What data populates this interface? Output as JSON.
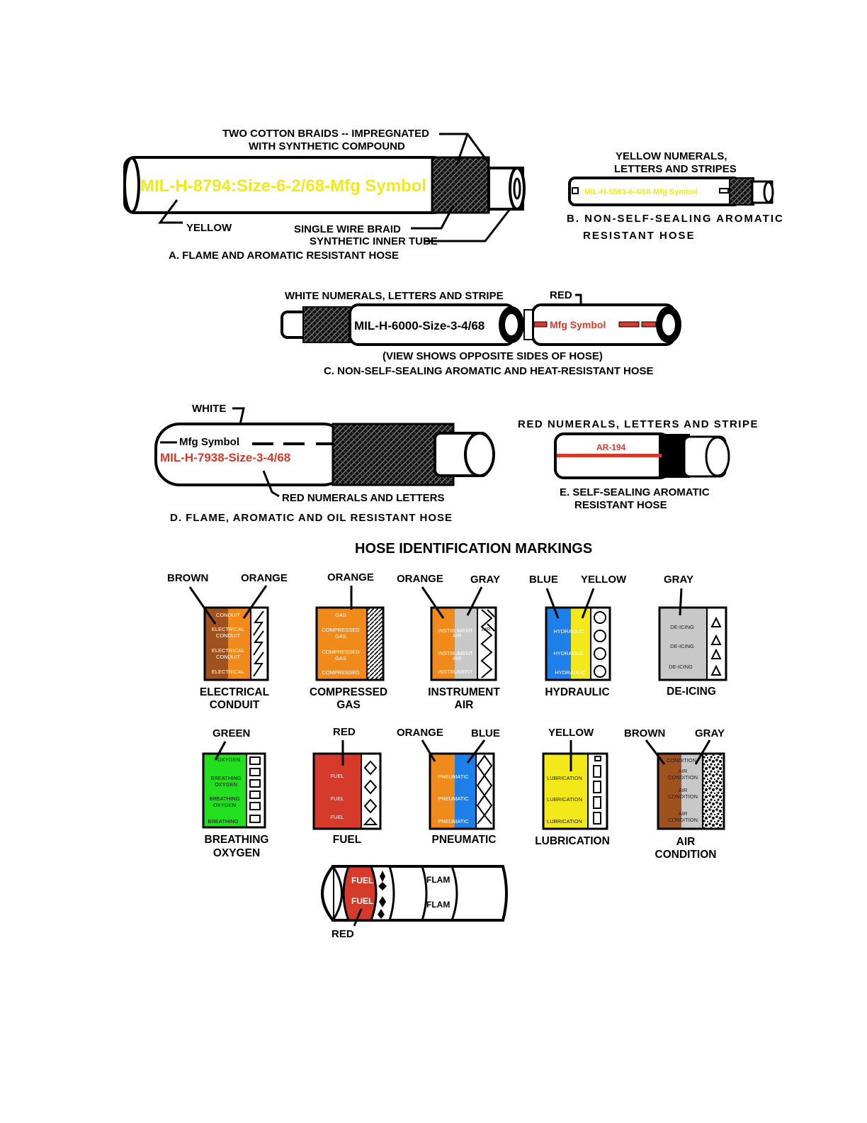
{
  "title": "HOSE IDENTIFICATION MARKINGS",
  "colors": {
    "brown": "#a0521e",
    "orange": "#f08a1a",
    "gray": "#c8c8c8",
    "blue": "#1e7fe8",
    "yellow": "#f2e81a",
    "green": "#22e01e",
    "red": "#d63a2a",
    "mark_yellow": "#f2e81a",
    "mark_red": "#d63a2a"
  },
  "hose_a": {
    "marking": "MIL-H-8794:Size-6-2/68-Mfg Symbol",
    "callout_braids_1": "TWO COTTON BRAIDS -- IMPREGNATED",
    "callout_braids_2": "WITH SYNTHETIC COMPOUND",
    "callout_yellow": "YELLOW",
    "callout_wire": "SINGLE WIRE BRAID",
    "callout_tube": "SYNTHETIC INNER TUBE",
    "caption": "A. FLAME AND AROMATIC RESISTANT HOSE"
  },
  "hose_b": {
    "marking": "MIL-H-5593-6-4/68-Mfg Symbol",
    "callout_1": "YELLOW NUMERALS,",
    "callout_2": "LETTERS AND STRIPES",
    "caption_1": "B. NON-SELF-SEALING AROMATIC",
    "caption_2": "RESISTANT HOSE"
  },
  "hose_c": {
    "marking_left": "MIL-H-6000-Size-3-4/68",
    "marking_right": "Mfg Symbol",
    "callout_white": "WHITE NUMERALS, LETTERS AND STRIPE",
    "callout_red": "RED",
    "note": "(VIEW SHOWS OPPOSITE SIDES OF HOSE)",
    "caption": "C. NON-SELF-SEALING AROMATIC AND HEAT-RESISTANT HOSE"
  },
  "hose_d": {
    "marking_top": "Mfg Symbol",
    "marking_main": "MIL-H-7938-Size-3-4/68",
    "callout_white": "WHITE",
    "callout_red": "RED NUMERALS AND LETTERS",
    "caption": "D. FLAME, AROMATIC AND OIL RESISTANT HOSE"
  },
  "hose_e": {
    "marking": "AR-194",
    "callout": "RED NUMERALS, LETTERS AND STRIPE",
    "caption_1": "E. SELF-SEALING AROMATIC",
    "caption_2": "RESISTANT HOSE"
  },
  "markings": [
    {
      "id": "electrical-conduit",
      "colors": [
        "BROWN",
        "ORANGE"
      ],
      "texts": [
        "CONDUIT",
        "ELECTRICAL",
        "CONDUIT",
        "ELECTRICAL",
        "CONDUIT",
        "ELECTRICAL"
      ],
      "caption": [
        "ELECTRICAL",
        "CONDUIT"
      ],
      "symbol": "lightning-icon"
    },
    {
      "id": "compressed-gas",
      "colors": [
        "ORANGE"
      ],
      "texts": [
        "GAS",
        "COMPRESSED",
        "GAS",
        "COMPRESSED",
        "GAS",
        "COMPRESSED"
      ],
      "caption": [
        "COMPRESSED",
        "GAS"
      ],
      "symbol": "hatch-icon"
    },
    {
      "id": "instrument-air",
      "colors": [
        "ORANGE",
        "GRAY"
      ],
      "texts": [
        "INSTRUMENT",
        "AIR",
        "INSTRUMENT",
        "AIR",
        "INSTRUMENT",
        "AIR"
      ],
      "caption": [
        "INSTRUMENT",
        "AIR"
      ],
      "symbol": "zigzag-icon"
    },
    {
      "id": "hydraulic",
      "colors": [
        "BLUE",
        "YELLOW"
      ],
      "texts": [
        "HYDRAULIC",
        "HYDRAULIC",
        "HYDRAULIC"
      ],
      "caption": [
        "HYDRAULIC"
      ],
      "symbol": "circle-icon"
    },
    {
      "id": "de-icing",
      "colors": [
        "GRAY"
      ],
      "texts": [
        "DE-ICING",
        "DE-ICING",
        "DE-ICING"
      ],
      "caption": [
        "DE-ICING"
      ],
      "symbol": "triangle-icon"
    },
    {
      "id": "breathing-oxygen",
      "colors": [
        "GREEN"
      ],
      "texts": [
        "OXYGEN",
        "BREATHING",
        "OXYGEN",
        "BREATHING",
        "OXYGEN",
        "BREATHING"
      ],
      "caption": [
        "BREATHING",
        "OXYGEN"
      ],
      "symbol": "square-icon"
    },
    {
      "id": "fuel",
      "colors": [
        "RED"
      ],
      "texts": [
        "FUEL",
        "FUEL",
        "FUEL"
      ],
      "caption": [
        "FUEL"
      ],
      "symbol": "star-diamond-icon"
    },
    {
      "id": "pneumatic",
      "colors": [
        "ORANGE",
        "BLUE"
      ],
      "texts": [
        "PNEUMATIC",
        "PNEUMATIC",
        "PNEUMATIC"
      ],
      "caption": [
        "PNEUMATIC"
      ],
      "symbol": "diamond-chain-icon"
    },
    {
      "id": "lubrication",
      "colors": [
        "YELLOW"
      ],
      "texts": [
        "LUBRICATION",
        "LUBRICATION",
        "LUBRICATION"
      ],
      "caption": [
        "LUBRICATION"
      ],
      "symbol": "bar-icon"
    },
    {
      "id": "air-condition",
      "colors": [
        "BROWN",
        "GRAY"
      ],
      "texts": [
        "CONDITION",
        "AIR",
        "CONDITION",
        "AIR",
        "CONDITION",
        "AIR",
        "CONDITION"
      ],
      "caption": [
        "AIR",
        "CONDITION"
      ],
      "symbol": "speckle-icon"
    }
  ],
  "example_hose": {
    "band_texts": [
      "FUEL",
      "FUEL"
    ],
    "flam_texts": [
      "FLAM",
      "FLAM"
    ],
    "callout": "RED"
  }
}
